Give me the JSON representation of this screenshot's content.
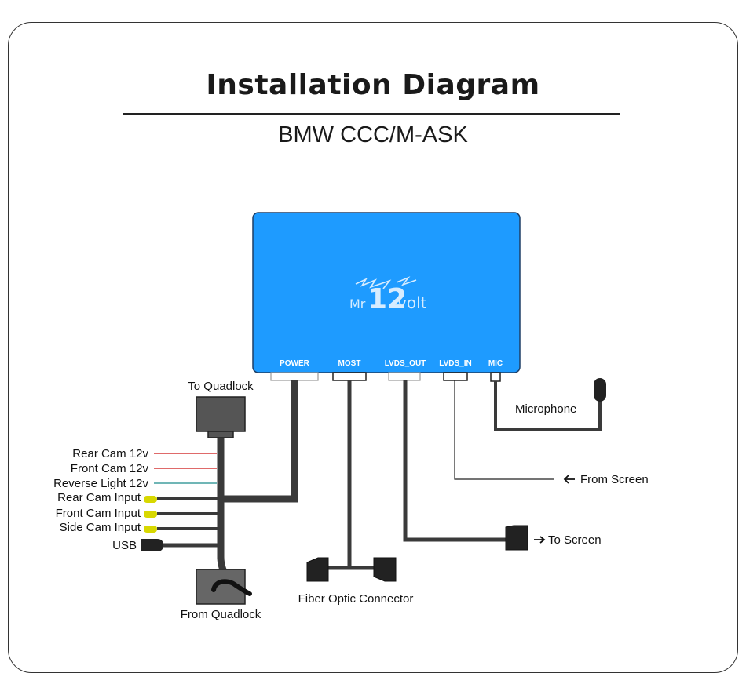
{
  "title": "Installation Diagram",
  "subtitle": "BMW CCC/M-ASK",
  "device": {
    "logo": {
      "prefix": "Mr",
      "number": "12",
      "suffix": "volt"
    },
    "ports": [
      "POWER",
      "MOST",
      "LVDS_OUT",
      "LVDS_IN",
      "MIC"
    ]
  },
  "labels": {
    "to_quadlock": "To Quadlock",
    "from_quadlock": "From Quadlock",
    "rear_cam_12v": "Rear Cam 12v",
    "front_cam_12v": "Front Cam 12v",
    "reverse_light_12v": "Reverse Light 12v",
    "rear_cam_input": "Rear Cam Input",
    "front_cam_input": "Front Cam Input",
    "side_cam_input": "Side Cam Input",
    "usb": "USB",
    "fiber_optic": "Fiber Optic Connector",
    "microphone": "Microphone",
    "from_screen": "From Screen",
    "to_screen": "To Screen"
  },
  "colors": {
    "device": "#1e9bff",
    "cable": "#3a3a3a",
    "connector": "#5a5a5a",
    "red_wire": "#cc1010",
    "teal_wire": "#1a8a8a",
    "rca_yellow": "#d8d800"
  }
}
